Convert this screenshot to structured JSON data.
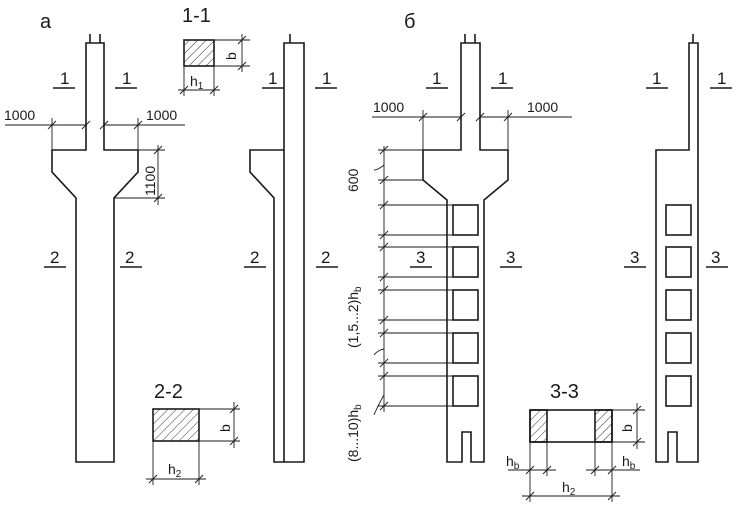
{
  "labels": {
    "variant_a": "а",
    "variant_b": "б",
    "sec_1_1": "1-1",
    "sec_2_2": "2-2",
    "sec_3_3": "3-3",
    "cut_1": "1",
    "cut_2": "2",
    "cut_3": "3",
    "dim_1000": "1000",
    "dim_1100": "1100",
    "dim_600": "600",
    "dim_panel_spacing": "(1,5...2)h",
    "dim_panel_spacing_sub": "b",
    "dim_bottom_spacing": "(8...10)h",
    "dim_bottom_spacing_sub": "b",
    "b": "b",
    "h": "h",
    "sub_1": "1",
    "sub_2": "2",
    "sub_b": "b"
  }
}
